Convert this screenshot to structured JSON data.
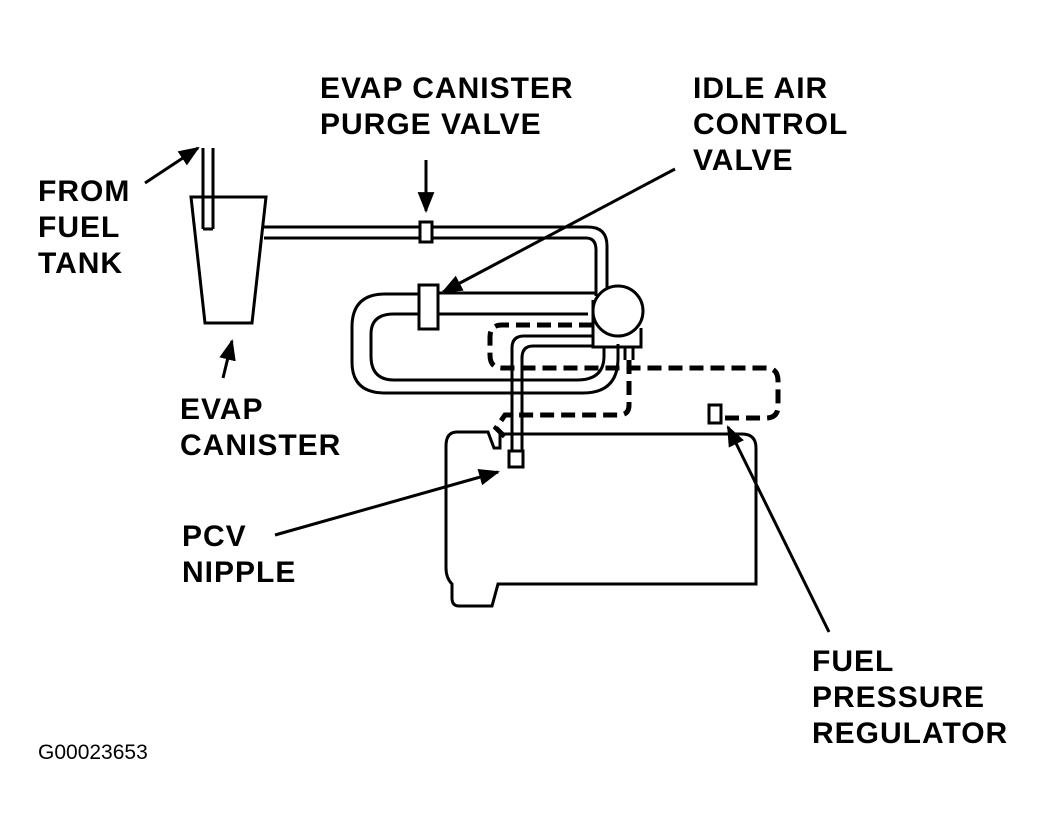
{
  "labels": {
    "from_fuel_tank": [
      "FROM",
      "FUEL",
      "TANK"
    ],
    "purge_valve": [
      "EVAP CANISTER",
      "PURGE VALVE"
    ],
    "idle_air_control_valve": [
      "IDLE AIR",
      "CONTROL",
      "VALVE"
    ],
    "evap_canister": [
      "EVAP",
      "CANISTER"
    ],
    "pcv_nipple": [
      "PCV",
      "NIPPLE"
    ],
    "fuel_pressure_regulator": [
      "FUEL",
      "PRESSURE",
      "REGULATOR"
    ]
  },
  "figure_id": "G00023653",
  "colors": {
    "line": "#000000",
    "background": "#ffffff"
  }
}
